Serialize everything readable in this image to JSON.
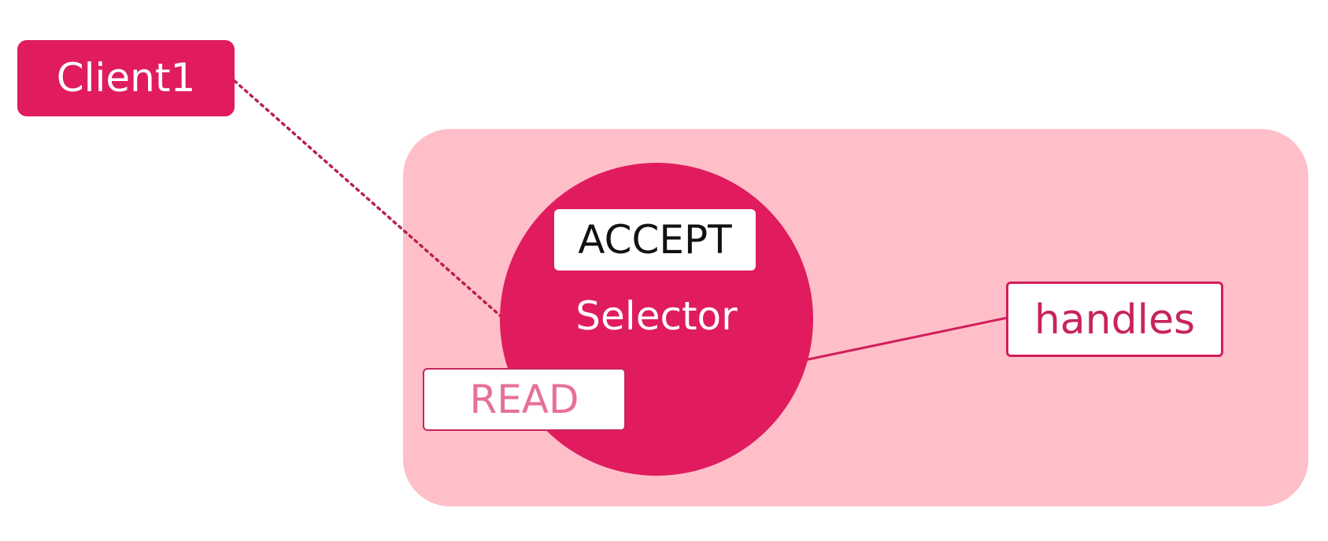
{
  "client": {
    "label": "Client1"
  },
  "selector": {
    "label": "Selector",
    "accept_label": "ACCEPT",
    "read_label": "READ"
  },
  "handles": {
    "label": "handles"
  },
  "colors": {
    "accent": "#e01c5e",
    "panel": "#ffbfc9",
    "read_text": "#e6709b"
  }
}
